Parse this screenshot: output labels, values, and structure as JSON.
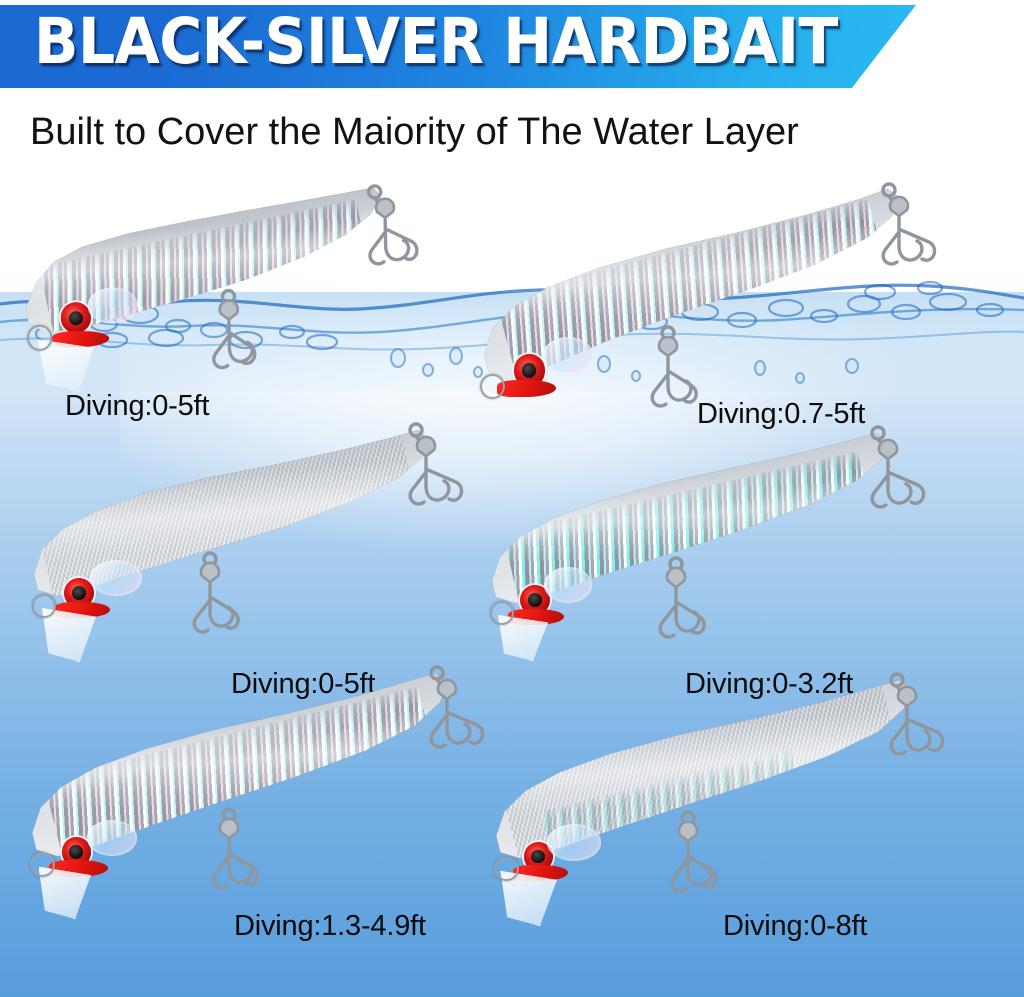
{
  "header": {
    "title": "BLACK-SILVER HARDBAIT",
    "subtitle": "Built to Cover the Maiority of The Water Layer",
    "banner_color_left": "#1b6ad3",
    "banner_color_right": "#2ab9f2",
    "title_color": "#ffffff",
    "subtitle_color": "#121212"
  },
  "scene": {
    "water_surface_color": "#1c68ba",
    "deep_water_top": "#f2f8fd",
    "deep_water_bottom": "#589ddb"
  },
  "lures": [
    {
      "id": "lure-1",
      "label": "Diving:0-5ft",
      "finish": "holographic-silver",
      "eye_color": "#e01b1b",
      "throat_color": "#e01510",
      "has_diving_lip": true,
      "hook_count": 2
    },
    {
      "id": "lure-2",
      "label": "Diving:0.7-5ft",
      "finish": "holographic-silver",
      "eye_color": "#e01b1b",
      "throat_color": "#e01510",
      "has_diving_lip": false,
      "hook_count": 2
    },
    {
      "id": "lure-3",
      "label": "Diving:0-5ft",
      "finish": "scale-silver",
      "eye_color": "#e01b1b",
      "throat_color": "#e01510",
      "has_diving_lip": true,
      "hook_count": 2
    },
    {
      "id": "lure-4",
      "label": "Diving:0-3.2ft",
      "finish": "holographic-teal",
      "eye_color": "#e01b1b",
      "throat_color": "#e01510",
      "has_diving_lip": true,
      "hook_count": 2
    },
    {
      "id": "lure-5",
      "label": "Diving:1.3-4.9ft",
      "finish": "holographic-silver",
      "eye_color": "#e01b1b",
      "throat_color": "#e01510",
      "has_diving_lip": true,
      "hook_count": 2
    },
    {
      "id": "lure-6",
      "label": "Diving:0-8ft",
      "finish": "scale-silver",
      "eye_color": "#e01b1b",
      "throat_color": "#e01510",
      "has_diving_lip": true,
      "hook_count": 2
    }
  ]
}
